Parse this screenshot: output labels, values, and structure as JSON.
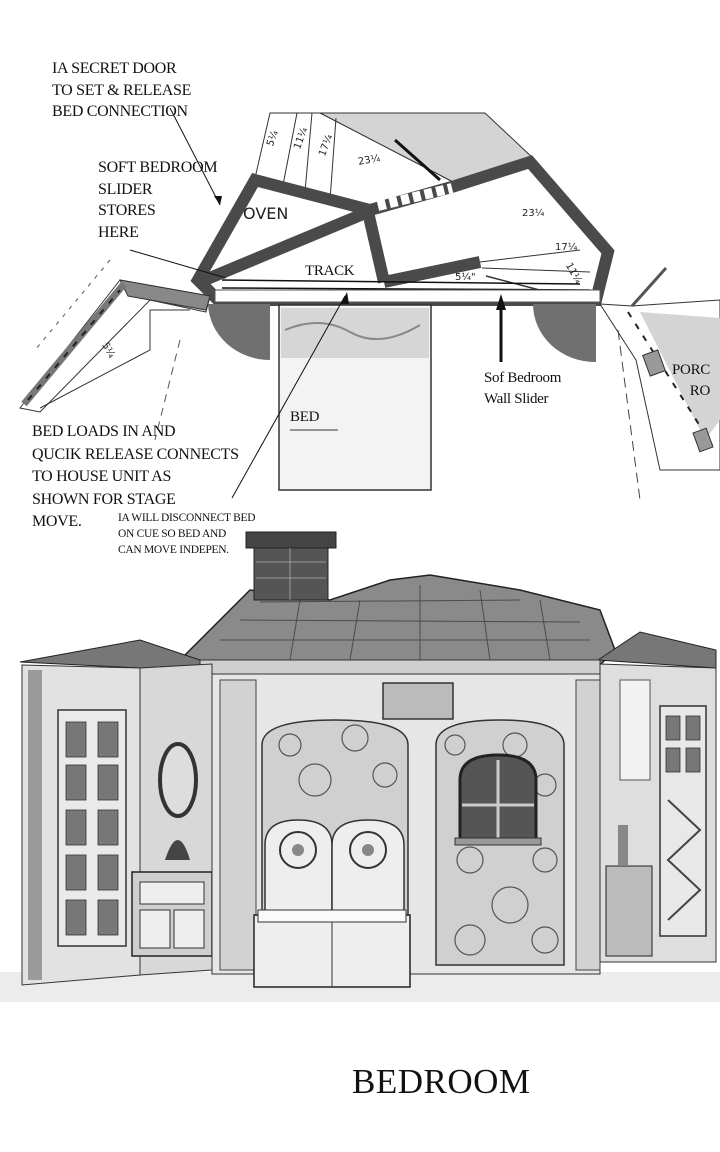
{
  "notes": {
    "secret_door": [
      "IA SECRET DOOR",
      "TO SET & RELEASE",
      "BED CONNECTION"
    ],
    "slider_storage": [
      "SOFT BEDROOM",
      "SLIDER",
      "STORES",
      "HERE"
    ],
    "bed_loads": [
      "BED LOADS IN AND",
      "QUCIK RELEASE CONNECTS",
      "TO HOUSE UNIT AS",
      "SHOWN FOR STAGE",
      "MOVE."
    ],
    "ia_disconnect": [
      "IA WILL DISCONNECT BED",
      "ON CUE SO BED AND",
      "CAN MOVE INDEPEN."
    ],
    "wall_slider": [
      "Sof Bedroom",
      "Wall Slider"
    ]
  },
  "plan_labels": {
    "oven": "OVEN",
    "track": "TRACK",
    "bed": "BED",
    "porch": [
      "PORC",
      "RO"
    ]
  },
  "dimensions": {
    "top": [
      "5¼",
      "11¼",
      "17¼",
      "23¼"
    ],
    "right": [
      "23¼",
      "17¼",
      "11¼",
      "5¼\""
    ],
    "left_wing": "5¼"
  },
  "title": "BEDROOM"
}
